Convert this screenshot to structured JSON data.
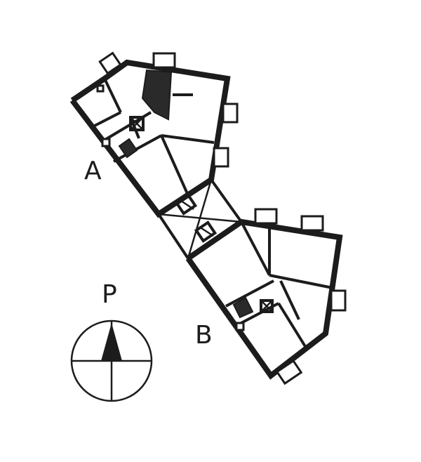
{
  "labels": {
    "block_a": "A",
    "block_b": "B",
    "north": "P"
  },
  "colors": {
    "ink": "#1c1c1c",
    "fill": "#2a2a2a",
    "paper": "#ffffff"
  },
  "icons": {
    "compass": "north-compass-icon"
  }
}
